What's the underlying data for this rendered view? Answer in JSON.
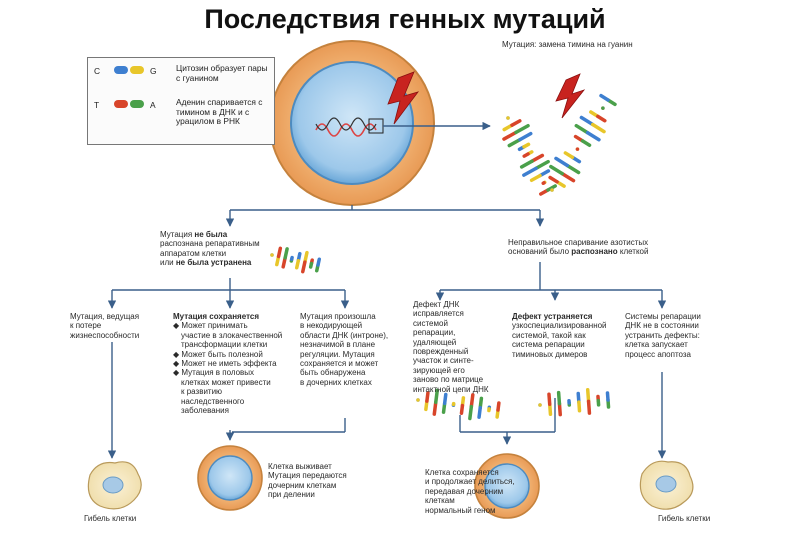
{
  "title": "Последствия генных мутаций",
  "legend": {
    "row1_left": "C",
    "row1_right": "G",
    "row1_text": "Цитозин образует пары с гуанином",
    "row2_left": "T",
    "row2_right": "A",
    "row2_text": "Аденин спаривается с тимином в ДНК и с урацилом в РНК",
    "colors": {
      "C": "#3e7fd0",
      "G": "#e8c62a",
      "T": "#d8452a",
      "A": "#4aa04a"
    }
  },
  "mutation_label": "Мутация: замена тимина на гуанин",
  "branch_left": {
    "line1a": "Мутация ",
    "line1b": "не была",
    "line2": "распознана репаративным",
    "line3": "аппаратом клетки",
    "line4a": "или ",
    "line4b": "не была устранена"
  },
  "branch_right": {
    "line1": "Неправильное спаривание азотистых",
    "line2a": "оснований было ",
    "line2b": "распознано",
    "line2c": " клеткой"
  },
  "col1": {
    "line1": "Мутация, ведущая",
    "line2": "к потере",
    "line3": "жизнеспособности"
  },
  "col2": {
    "head1": "Мутация сохраняется",
    "b1": "◆ Может принимать",
    "b1b": "участие в злокачественной",
    "b1c": "трансформации клетки",
    "b2": "◆ Может быть полезной",
    "b3": "◆ Может не иметь эффекта",
    "b4": "◆ Мутация в половых",
    "b4b": "клетках может привести",
    "b4c": "к развитию",
    "b4d": "наследственного",
    "b4e": "заболевания"
  },
  "col3": {
    "l1": "Мутация произошла",
    "l2": "в некодирующей",
    "l3": "области ДНК (интроне),",
    "l4": "незначимой в плане",
    "l5": "регуляции. Мутация",
    "l6": "сохраняется и может",
    "l7": "быть обнаружена",
    "l8": "в дочерних клетках"
  },
  "col4": {
    "l1": "Дефект ДНК",
    "l2": "исправляется",
    "l3": "системой",
    "l4": "репарации,",
    "l5": "удаляющей",
    "l6": "поврежденный",
    "l7": "участок и синте-",
    "l8": "зирующей его",
    "l9": "заново по матрице",
    "l10": "интактной цепи ДНК"
  },
  "col5": {
    "l1": "Дефект устраняется",
    "l2": "узкоспециализированной",
    "l3": "системой, такой как",
    "l4": "система репарации",
    "l5": "тиминовых димеров"
  },
  "col6": {
    "l1": "Системы репарации",
    "l2": "ДНК не в состоянии",
    "l3": "устранить дефекты:",
    "l4": "клетка запускает",
    "l5": "процесс апоптоза"
  },
  "bottom": {
    "death_left": "Гибель клетки",
    "survive_l1": "Клетка выживает",
    "survive_l2": "Мутация передаются",
    "survive_l3": "дочерним клеткам",
    "survive_l4": "при делении",
    "kept_l1": "Клетка сохраняется",
    "kept_l2": "и продолжает делиться,",
    "kept_l3": "передавая дочерним",
    "kept_l4": "клеткам",
    "kept_l5": "нормальный геном",
    "death_right": "Гибель клетки"
  }
}
